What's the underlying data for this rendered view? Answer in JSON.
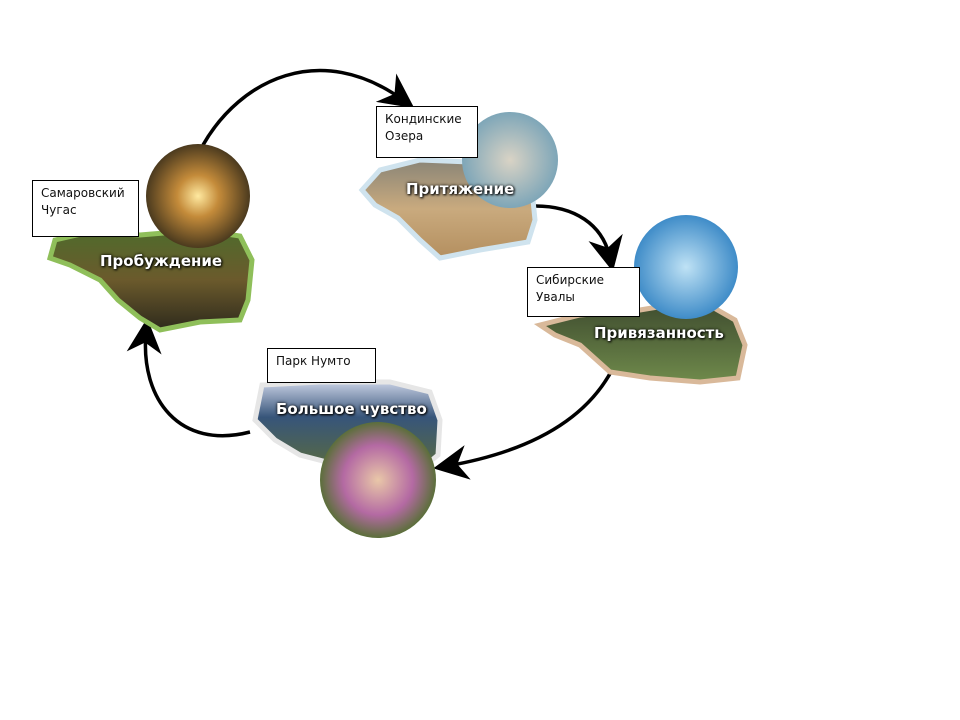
{
  "nodes": [
    {
      "place": "Самаровский Чугас",
      "stage": "Пробуждение"
    },
    {
      "place": "Кондинские Озера",
      "stage": "Притяжение"
    },
    {
      "place": "Сибирские Увалы",
      "stage": "Привязанность"
    },
    {
      "place": "Парк Нумто",
      "stage": "Большое чувство"
    }
  ],
  "colors": {
    "arrow": "#000000",
    "border1": "#8fbf5a",
    "border2": "#cfe3ee",
    "border3": "#d9b99a",
    "border4": "#e6e6e6"
  }
}
